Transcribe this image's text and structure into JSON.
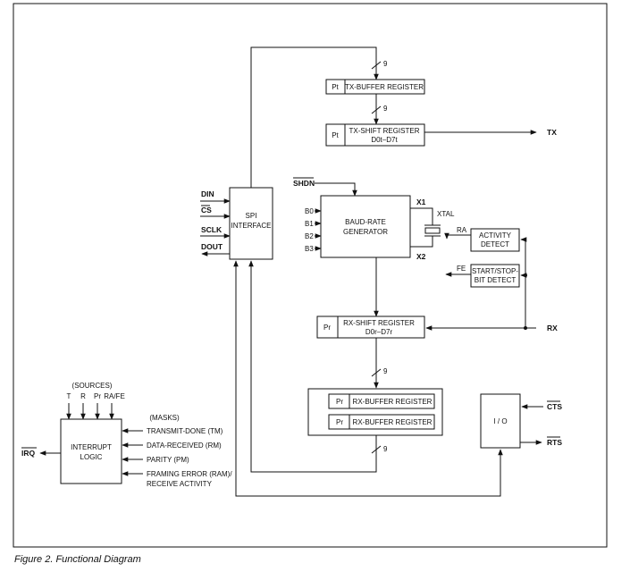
{
  "caption": "Figure 2.  Functional Diagram",
  "blocks": {
    "tx_buffer": {
      "prefix": "Pt",
      "label": "TX-BUFFER REGISTER"
    },
    "tx_shift": {
      "prefix": "Pt",
      "label": "TX-SHIFT REGISTER",
      "sub": "D0t–D7t"
    },
    "spi": {
      "line1": "SPI",
      "line2": "INTERFACE"
    },
    "baud": {
      "line1": "BAUD-RATE",
      "line2": "GENERATOR"
    },
    "activity": {
      "line1": "ACTIVITY",
      "line2": "DETECT"
    },
    "startstop": {
      "line1": "START/STOP-",
      "line2": "BIT DETECT"
    },
    "rx_shift": {
      "prefix": "Pr",
      "label": "RX-SHIFT REGISTER",
      "sub": "D0r–D7r"
    },
    "rx_buffer_1": {
      "prefix": "Pr",
      "label": "RX-BUFFER REGISTER"
    },
    "rx_buffer_2": {
      "prefix": "Pr",
      "label": "RX-BUFFER REGISTER"
    },
    "io": {
      "label": "I / O"
    },
    "interrupt": {
      "line1": "INTERRUPT",
      "line2": "LOGIC"
    }
  },
  "pins": {
    "tx": "TX",
    "rx": "RX",
    "shdn": "SHDN",
    "din": "DIN",
    "cs": "CS",
    "sclk": "SCLK",
    "dout": "DOUT",
    "x1": "X1",
    "x2": "X2",
    "cts": "CTS",
    "rts": "RTS",
    "irq": "IRQ"
  },
  "labels": {
    "xtal": "XTAL",
    "ra": "RA",
    "fe": "FE",
    "bus_width_1": "9",
    "bus_width_2": "9",
    "bus_width_3": "9",
    "bus_width_4": "9",
    "b0": "B0",
    "b1": "B1",
    "b2": "B2",
    "b3": "B3",
    "sources": "(SOURCES)",
    "src_t": "T",
    "src_r": "R",
    "src_pr": "Pr",
    "src_rafe": "RA/FE",
    "masks": "(MASKS)",
    "mask_tm": "TRANSMIT-DONE (TM)",
    "mask_rm": "DATA-RECEIVED (RM)",
    "mask_pm": "PARITY (PM)",
    "mask_ram_1": "FRAMING ERROR (RAM)/",
    "mask_ram_2": "RECEIVE ACTIVITY"
  }
}
